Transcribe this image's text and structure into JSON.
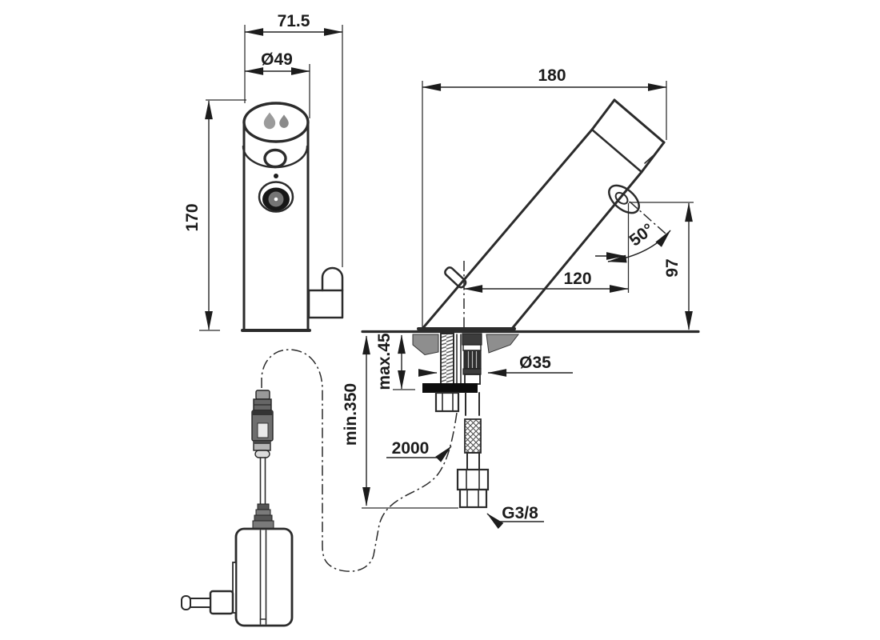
{
  "drawing": {
    "front_view": {
      "width_overall": "71.5",
      "diameter": "Ø49",
      "height": "170"
    },
    "side_view": {
      "projection": "180",
      "angle": "50°",
      "height_to_outlet": "97",
      "reach": "120",
      "deck_max": "max.45",
      "below_min": "min.350",
      "hole": "Ø35",
      "cable_length": "2000",
      "thread": "G3/8"
    },
    "colors": {
      "line": "#2b2b2b",
      "deck_fill": "#8e8e8e",
      "sensor_dark": "#171717",
      "sensor_lens": "#757575",
      "droplet_left": "#9b9b9b",
      "droplet_right": "#8a8a8a",
      "flange_fill": "#0d0d0d"
    }
  }
}
